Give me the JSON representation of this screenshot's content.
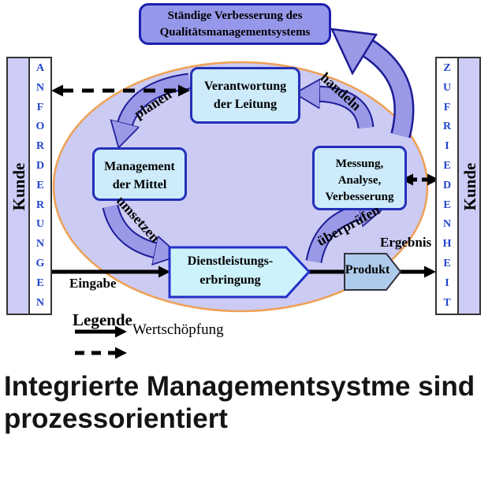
{
  "top_banner": {
    "line1": "Ständige Verbesserung des",
    "line2": "Qualitätsmanagementsystems"
  },
  "left_bar": {
    "kunde": "Kunde",
    "letters": "A\nN\nF\nO\nR\nD\nE\nR\nU\nN\nG\nE\nN"
  },
  "right_bar": {
    "kunde": "Kunde",
    "letters": "Z\nU\nF\nR\nI\nE\nD\nE\nN\nH\nE\nI\nT"
  },
  "process_boxes": {
    "leadership": {
      "line1": "Verantwortung",
      "line2": "der Leitung"
    },
    "resources": {
      "line1": "Management",
      "line2": "der Mittel"
    },
    "measurement": {
      "line1": "Messung,",
      "line2": "Analyse,",
      "line3": "Verbesserung"
    },
    "service": {
      "line1": "Dienstleistungs-",
      "line2": "erbringung"
    },
    "product": "Produkt"
  },
  "cycle_labels": {
    "plan": "planen",
    "act": "handeln",
    "do": "umsetzen",
    "check": "überprüfen"
  },
  "flow_labels": {
    "input": "Eingabe",
    "output": "Ergebnis"
  },
  "legend": {
    "title": "Legende",
    "solid_label": "Wertschöpfung"
  },
  "title": {
    "line1": "Integrierte Managementsystme sind",
    "line2": "prozessorientiert"
  },
  "colors": {
    "periwinkle_arrow": "#9999E8",
    "dark_blue_border": "#1F1FB0",
    "ellipse_fill": "#CBCBF4",
    "ellipse_border": "#EFA054",
    "process_box_fill": "#CDEBFA",
    "service_pentagon_fill": "#CCF2FC",
    "product_pentagon_fill": "#AECBEC",
    "customer_bar_fill": "#CCCCF7",
    "letter_blue": "#2244CC"
  }
}
